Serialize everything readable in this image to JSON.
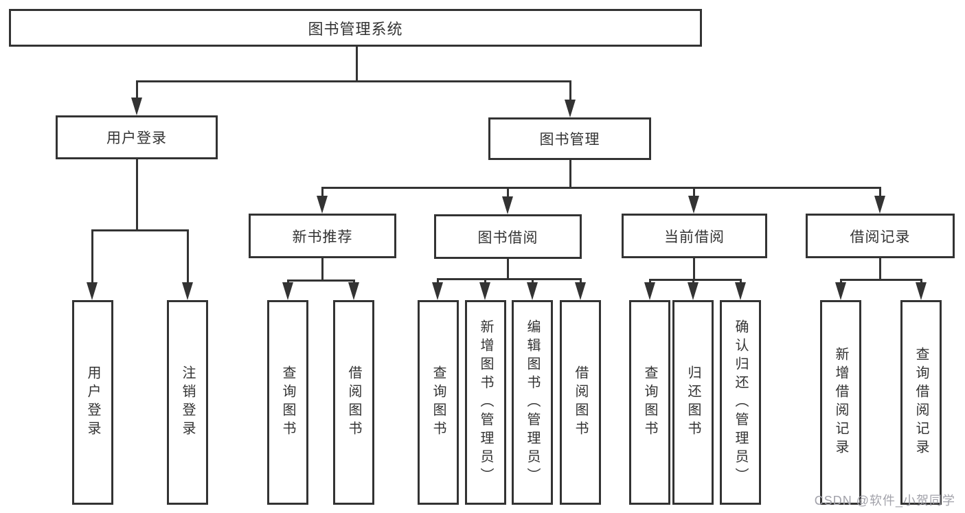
{
  "diagram_title": "图书管理系统",
  "colors": {
    "line": "#333333",
    "box_border": "#333333",
    "text": "#333333",
    "background": "#ffffff",
    "watermark": "#a2a2aa"
  },
  "tree": {
    "root": {
      "label": "图书管理系统",
      "children": [
        {
          "label": "用户登录",
          "children": [
            {
              "label": "用户登录"
            },
            {
              "label": "注销登录"
            }
          ]
        },
        {
          "label": "图书管理",
          "children": [
            {
              "label": "新书推荐",
              "children": [
                {
                  "label": "查询图书"
                },
                {
                  "label": "借阅图书"
                }
              ]
            },
            {
              "label": "图书借阅",
              "children": [
                {
                  "label": "查询图书"
                },
                {
                  "label": "新增图书（管理员）"
                },
                {
                  "label": "编辑图书（管理员）"
                },
                {
                  "label": "借阅图书"
                }
              ]
            },
            {
              "label": "当前借阅",
              "children": [
                {
                  "label": "查询图书"
                },
                {
                  "label": "归还图书"
                },
                {
                  "label": "确认归还（管理员）"
                }
              ]
            },
            {
              "label": "借阅记录",
              "children": [
                {
                  "label": "新增借阅记录"
                },
                {
                  "label": "查询借阅记录"
                }
              ]
            }
          ]
        }
      ]
    }
  },
  "watermark": {
    "text": "CSDN @软件_小贺同学"
  }
}
